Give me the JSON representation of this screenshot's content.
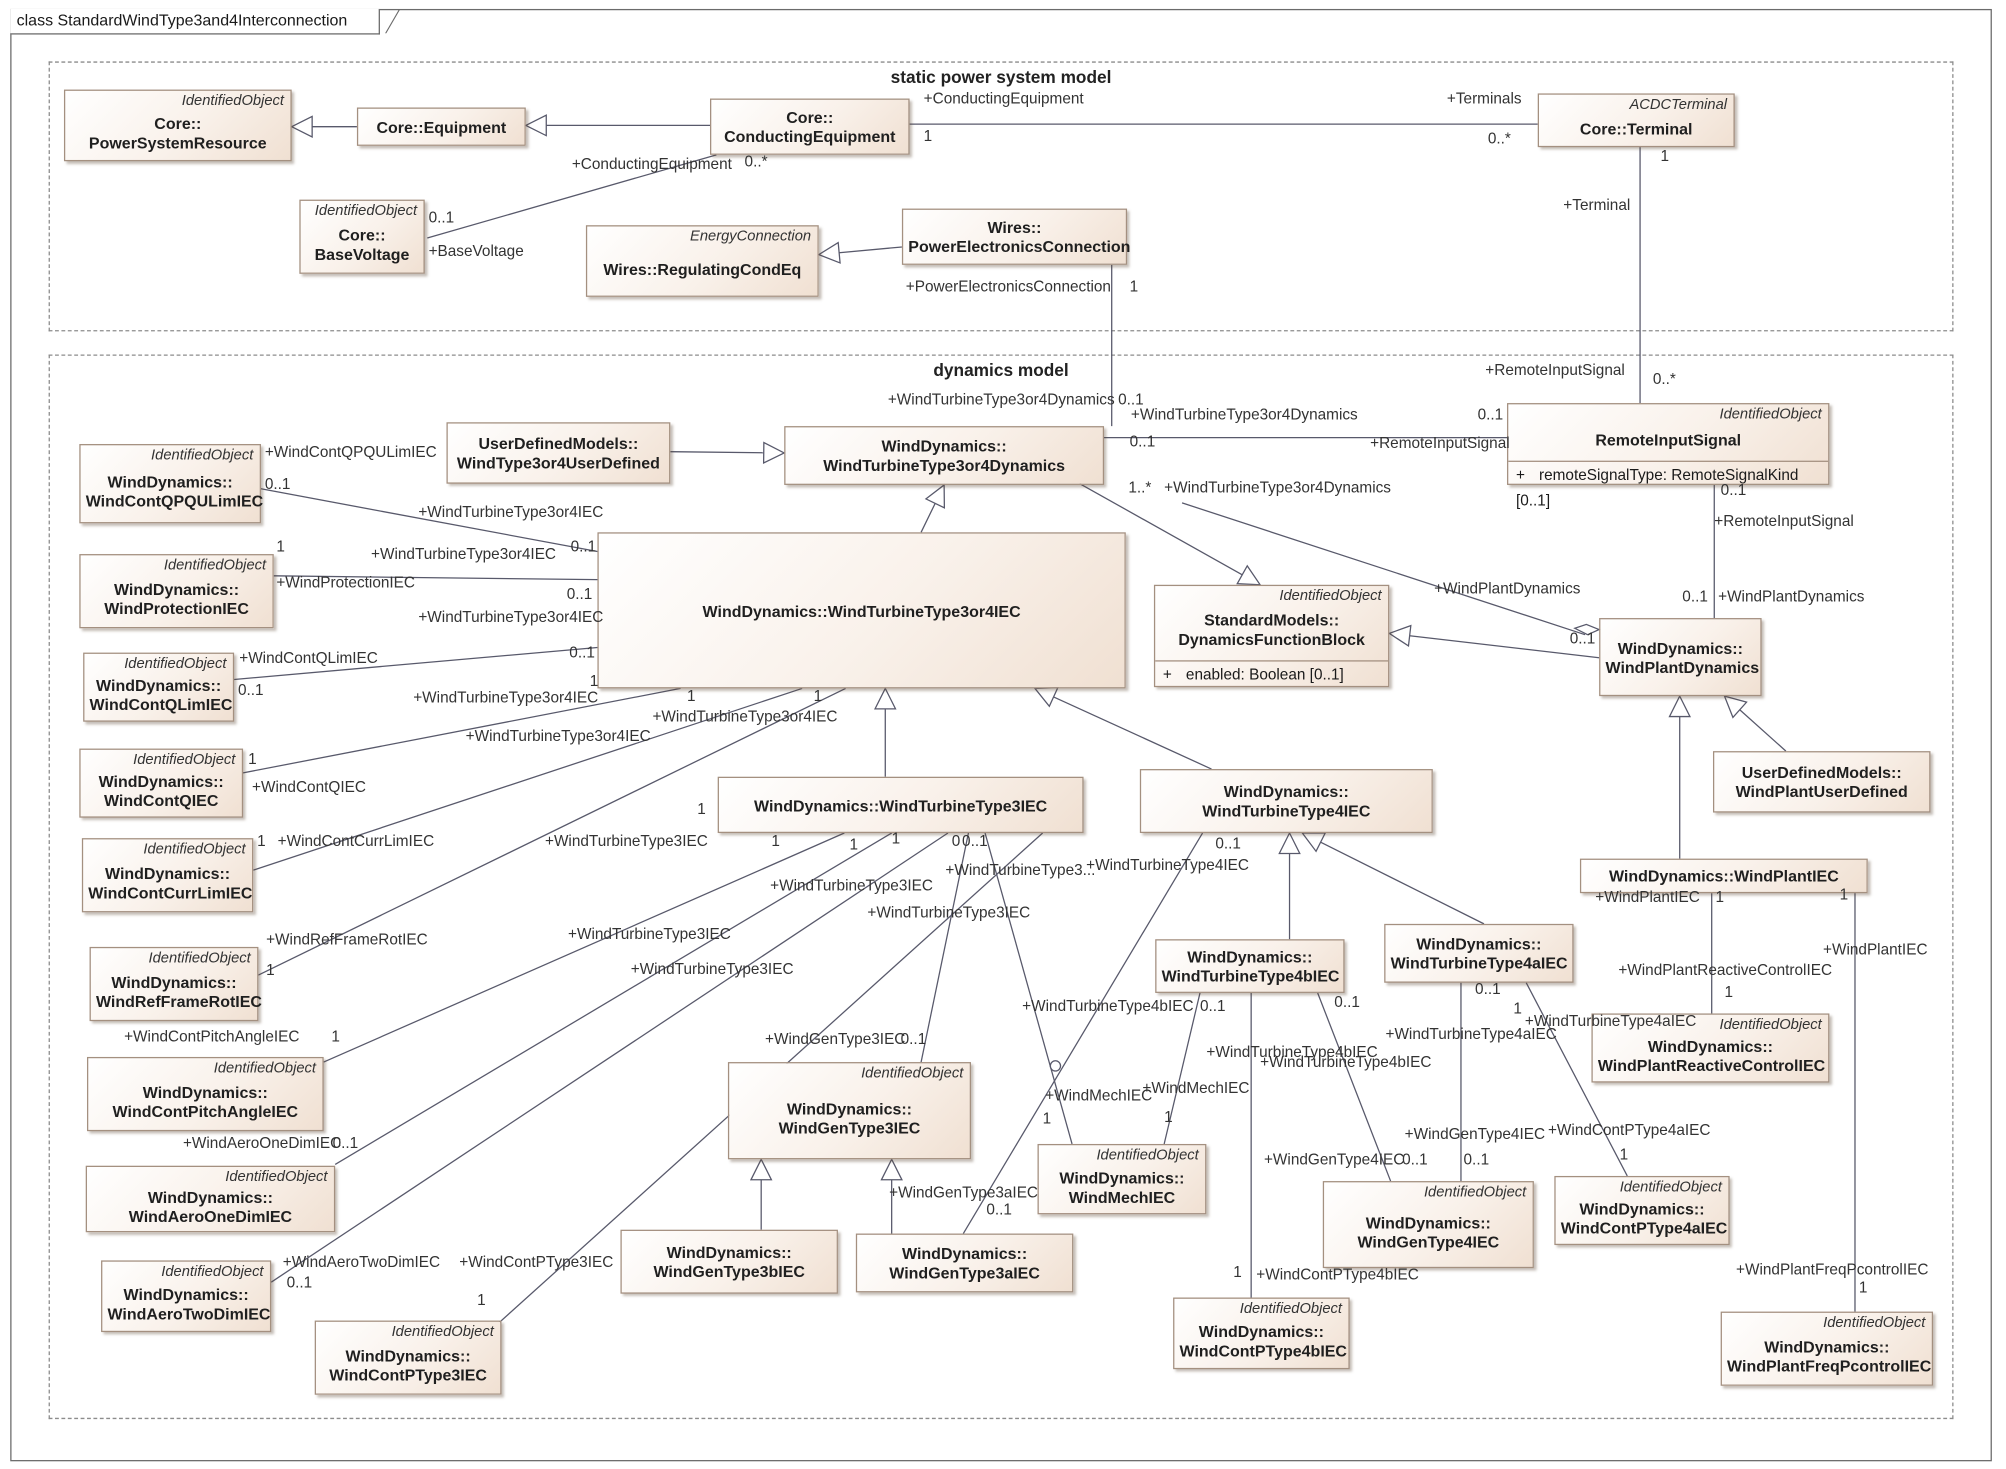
{
  "frame_title": "class StandardWindType3and4Interconnection",
  "packages": [
    {
      "id": "static",
      "title": "static power system model"
    },
    {
      "id": "dynamics",
      "title": "dynamics model"
    }
  ],
  "classes": [
    {
      "id": "psr",
      "stereotype": "IdentifiedObject",
      "name": [
        "Core::",
        "PowerSystemResource"
      ],
      "attributes": []
    },
    {
      "id": "equipment",
      "stereotype": "",
      "name": [
        "Core::Equipment"
      ],
      "attributes": []
    },
    {
      "id": "condeq",
      "stereotype": "",
      "name": [
        "Core::",
        "ConductingEquipment"
      ],
      "attributes": []
    },
    {
      "id": "terminal",
      "stereotype": "ACDCTerminal",
      "name": [
        "Core::Terminal"
      ],
      "attributes": []
    },
    {
      "id": "basevoltage",
      "stereotype": "IdentifiedObject",
      "name": [
        "Core::",
        "BaseVoltage"
      ],
      "attributes": []
    },
    {
      "id": "regcondeq",
      "stereotype": "EnergyConnection",
      "name": [
        "Wires::RegulatingCondEq"
      ],
      "attributes": []
    },
    {
      "id": "pec",
      "stereotype": "",
      "name": [
        "Wires::",
        "PowerElectronicsConnection"
      ],
      "attributes": []
    },
    {
      "id": "udm34",
      "stereotype": "",
      "name": [
        "UserDefinedModels::",
        "WindType3or4UserDefined"
      ],
      "attributes": []
    },
    {
      "id": "wt34dyn",
      "stereotype": "",
      "name": [
        "WindDynamics::",
        "WindTurbineType3or4Dynamics"
      ],
      "attributes": []
    },
    {
      "id": "remote",
      "stereotype": "IdentifiedObject",
      "name": [
        "RemoteInputSignal"
      ],
      "attributes": [
        {
          "vis": "+",
          "text": "remoteSignalType: RemoteSignalKind [0..1]"
        }
      ]
    },
    {
      "id": "qpqu",
      "stereotype": "IdentifiedObject",
      "name": [
        "WindDynamics::",
        "WindContQPQULimIEC"
      ],
      "attributes": []
    },
    {
      "id": "wt34iec",
      "stereotype": "",
      "name": [
        "WindDynamics::WindTurbineType3or4IEC"
      ],
      "attributes": []
    },
    {
      "id": "dfb",
      "stereotype": "IdentifiedObject",
      "name": [
        "StandardModels::",
        "DynamicsFunctionBlock"
      ],
      "attributes": [
        {
          "vis": "+",
          "text": "enabled: Boolean [0..1]"
        }
      ]
    },
    {
      "id": "wpd",
      "stereotype": "",
      "name": [
        "WindDynamics::",
        "WindPlantDynamics"
      ],
      "attributes": []
    },
    {
      "id": "prot",
      "stereotype": "IdentifiedObject",
      "name": [
        "WindDynamics::",
        "WindProtectionIEC"
      ],
      "attributes": []
    },
    {
      "id": "qlim",
      "stereotype": "IdentifiedObject",
      "name": [
        "WindDynamics::",
        "WindContQLimIEC"
      ],
      "attributes": []
    },
    {
      "id": "contq",
      "stereotype": "IdentifiedObject",
      "name": [
        "WindDynamics::",
        "WindContQIEC"
      ],
      "attributes": []
    },
    {
      "id": "currlim",
      "stereotype": "IdentifiedObject",
      "name": [
        "WindDynamics::",
        "WindContCurrLimIEC"
      ],
      "attributes": []
    },
    {
      "id": "refframe",
      "stereotype": "IdentifiedObject",
      "name": [
        "WindDynamics::",
        "WindRefFrameRotIEC"
      ],
      "attributes": []
    },
    {
      "id": "pitch",
      "stereotype": "IdentifiedObject",
      "name": [
        "WindDynamics::",
        "WindContPitchAngleIEC"
      ],
      "attributes": []
    },
    {
      "id": "aero1",
      "stereotype": "IdentifiedObject",
      "name": [
        "WindDynamics::",
        "WindAeroOneDimIEC"
      ],
      "attributes": []
    },
    {
      "id": "aero2",
      "stereotype": "IdentifiedObject",
      "name": [
        "WindDynamics::",
        "WindAeroTwoDimIEC"
      ],
      "attributes": []
    },
    {
      "id": "contp3",
      "stereotype": "IdentifiedObject",
      "name": [
        "WindDynamics::",
        "WindContPType3IEC"
      ],
      "attributes": []
    },
    {
      "id": "wt3",
      "stereotype": "",
      "name": [
        "WindDynamics::WindTurbineType3IEC"
      ],
      "attributes": []
    },
    {
      "id": "wt4",
      "stereotype": "",
      "name": [
        "WindDynamics::",
        "WindTurbineType4IEC"
      ],
      "attributes": []
    },
    {
      "id": "gen3",
      "stereotype": "IdentifiedObject",
      "name": [
        "WindDynamics::",
        "WindGenType3IEC"
      ],
      "attributes": []
    },
    {
      "id": "gen3b",
      "stereotype": "",
      "name": [
        "WindDynamics::",
        "WindGenType3bIEC"
      ],
      "attributes": []
    },
    {
      "id": "gen3a",
      "stereotype": "",
      "name": [
        "WindDynamics::",
        "WindGenType3aIEC"
      ],
      "attributes": []
    },
    {
      "id": "mech",
      "stereotype": "IdentifiedObject",
      "name": [
        "WindDynamics::",
        "WindMechIEC"
      ],
      "attributes": []
    },
    {
      "id": "wt4b",
      "stereotype": "",
      "name": [
        "WindDynamics::",
        "WindTurbineType4bIEC"
      ],
      "attributes": []
    },
    {
      "id": "wt4a",
      "stereotype": "",
      "name": [
        "WindDynamics::",
        "WindTurbineType4aIEC"
      ],
      "attributes": []
    },
    {
      "id": "gen4",
      "stereotype": "IdentifiedObject",
      "name": [
        "WindDynamics::",
        "WindGenType4IEC"
      ],
      "attributes": []
    },
    {
      "id": "contp4a",
      "stereotype": "IdentifiedObject",
      "name": [
        "WindDynamics::",
        "WindContPType4aIEC"
      ],
      "attributes": []
    },
    {
      "id": "contp4b",
      "stereotype": "IdentifiedObject",
      "name": [
        "WindDynamics::",
        "WindContPType4bIEC"
      ],
      "attributes": []
    },
    {
      "id": "udwp",
      "stereotype": "",
      "name": [
        "UserDefinedModels::",
        "WindPlantUserDefined"
      ],
      "attributes": []
    },
    {
      "id": "wpiec",
      "stereotype": "",
      "name": [
        "WindDynamics::WindPlantIEC"
      ],
      "attributes": []
    },
    {
      "id": "wprc",
      "stereotype": "IdentifiedObject",
      "name": [
        "WindDynamics::",
        "WindPlantReactiveControlIEC"
      ],
      "attributes": []
    },
    {
      "id": "wpfp",
      "stereotype": "IdentifiedObject",
      "name": [
        "WindDynamics::",
        "WindPlantFreqPcontrolIEC"
      ],
      "attributes": []
    }
  ],
  "labels": [
    {
      "text": "+ConductingEquipment"
    },
    {
      "text": "1"
    },
    {
      "text": "+Terminals"
    },
    {
      "text": "0..*"
    },
    {
      "text": "+ConductingEquipment"
    },
    {
      "text": "0..*"
    },
    {
      "text": "0..1"
    },
    {
      "text": "+BaseVoltage"
    },
    {
      "text": "1"
    },
    {
      "text": "+Terminal"
    },
    {
      "text": "+PowerElectronicsConnection"
    },
    {
      "text": "1"
    },
    {
      "text": "+WindTurbineType3or4Dynamics"
    },
    {
      "text": "0..1"
    },
    {
      "text": "+RemoteInputSignal"
    },
    {
      "text": "0..*"
    },
    {
      "text": "+WindTurbineType3or4Dynamics"
    },
    {
      "text": "0..1"
    },
    {
      "text": "0..1"
    },
    {
      "text": "+RemoteInputSignal"
    },
    {
      "text": "1..*"
    },
    {
      "text": "+WindTurbineType3or4Dynamics"
    },
    {
      "text": "0..1"
    },
    {
      "text": "+RemoteInputSignal"
    },
    {
      "text": "+WindPlantDynamics"
    },
    {
      "text": "0..1"
    },
    {
      "text": "+WindPlantDynamics"
    },
    {
      "text": "0..1"
    },
    {
      "text": "+WindContQPQULimIEC"
    },
    {
      "text": "0..1"
    },
    {
      "text": "+WindTurbineType3or4IEC"
    },
    {
      "text": "0..1"
    },
    {
      "text": "1"
    },
    {
      "text": "+WindTurbineType3or4IEC"
    },
    {
      "text": "+WindProtectionIEC"
    },
    {
      "text": "0..1"
    },
    {
      "text": "+WindTurbineType3or4IEC"
    },
    {
      "text": "+WindContQLimIEC"
    },
    {
      "text": "0..1"
    },
    {
      "text": "0..1"
    },
    {
      "text": "1"
    },
    {
      "text": "+WindTurbineType3or4IEC"
    },
    {
      "text": "1"
    },
    {
      "text": "1"
    },
    {
      "text": "+WindTurbineType3or4IEC"
    },
    {
      "text": "+WindTurbineType3or4IEC"
    },
    {
      "text": "1"
    },
    {
      "text": "+WindContQIEC"
    },
    {
      "text": "1"
    },
    {
      "text": "+WindContCurrLimIEC"
    },
    {
      "text": "+WindRefFrameRotIEC"
    },
    {
      "text": "1"
    },
    {
      "text": "+WindTurbineType3IEC"
    },
    {
      "text": "1"
    },
    {
      "text": "+WindContPitchAngleIEC"
    },
    {
      "text": "1"
    },
    {
      "text": "1"
    },
    {
      "text": "1"
    },
    {
      "text": "1"
    },
    {
      "text": "0"
    },
    {
      "text": "0..1"
    },
    {
      "text": "+WindTurbineType3IEC"
    },
    {
      "text": "+WindTurbineType3IEC"
    },
    {
      "text": "+WindTurbineType3IEC"
    },
    {
      "text": "+WindTurbineType3IEC"
    },
    {
      "text": "+WindTurbineType3..."
    },
    {
      "text": "+WindTurbineType4IEC"
    },
    {
      "text": "0..1"
    },
    {
      "text": "+WindGenType3IEC"
    },
    {
      "text": "0..1"
    },
    {
      "text": "+WindAeroOneDimIEC"
    },
    {
      "text": "0..1"
    },
    {
      "text": "+WindAeroTwoDimIEC"
    },
    {
      "text": "0..1"
    },
    {
      "text": "+WindContPType3IEC"
    },
    {
      "text": "1"
    },
    {
      "text": "+WindGenType3aIEC"
    },
    {
      "text": "0..1"
    },
    {
      "text": "+WindTurbineType4bIEC"
    },
    {
      "text": "0..1"
    },
    {
      "text": "+WindMechIEC"
    },
    {
      "text": "+WindMechIEC"
    },
    {
      "text": "1"
    },
    {
      "text": "1"
    },
    {
      "text": "+WindTurbineType4bIEC"
    },
    {
      "text": "+WindTurbineType4bIEC"
    },
    {
      "text": "0..1"
    },
    {
      "text": "1"
    },
    {
      "text": "+WindContPType4bIEC"
    },
    {
      "text": "0..1"
    },
    {
      "text": "+WindTurbineType4aIEC"
    },
    {
      "text": "1"
    },
    {
      "text": "+WindTurbineType4aIEC"
    },
    {
      "text": "+WindGenType4IEC"
    },
    {
      "text": "+WindGenType4IEC"
    },
    {
      "text": "0..1"
    },
    {
      "text": "0..1"
    },
    {
      "text": "+WindContPType4aIEC"
    },
    {
      "text": "1"
    },
    {
      "text": "+WindPlantIEC"
    },
    {
      "text": "1"
    },
    {
      "text": "1"
    },
    {
      "text": "+WindPlantIEC"
    },
    {
      "text": "+WindPlantReactiveControlIEC"
    },
    {
      "text": "1"
    },
    {
      "text": "+WindPlantFreqPcontrolIEC"
    },
    {
      "text": "1"
    }
  ]
}
